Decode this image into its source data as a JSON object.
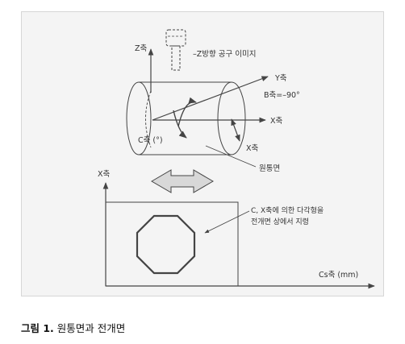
{
  "diagram": {
    "labels": {
      "tool_note": "–Z방향 공구 이미지",
      "z_axis": "Z축",
      "y_axis": "Y축",
      "b_axis": "B축=–90°",
      "x_axis_top": "X축",
      "c_axis": "C축 (°)",
      "x_axis_side": "X축",
      "cylinder_surface": "원통면",
      "x_axis_bottom": "X축",
      "polygon_note_line1": "C, X축에 의한 다각형을",
      "polygon_note_line2": "전개면 상에서 지령",
      "cs_axis": "Cs축 (mm)"
    },
    "colors": {
      "line": "#444444",
      "panel_background": "#f4f4f4",
      "transform_arrow_fill": "#d8d8d8"
    }
  },
  "caption": {
    "figure_number": "그림 1.",
    "title": "원통면과 전개면"
  }
}
